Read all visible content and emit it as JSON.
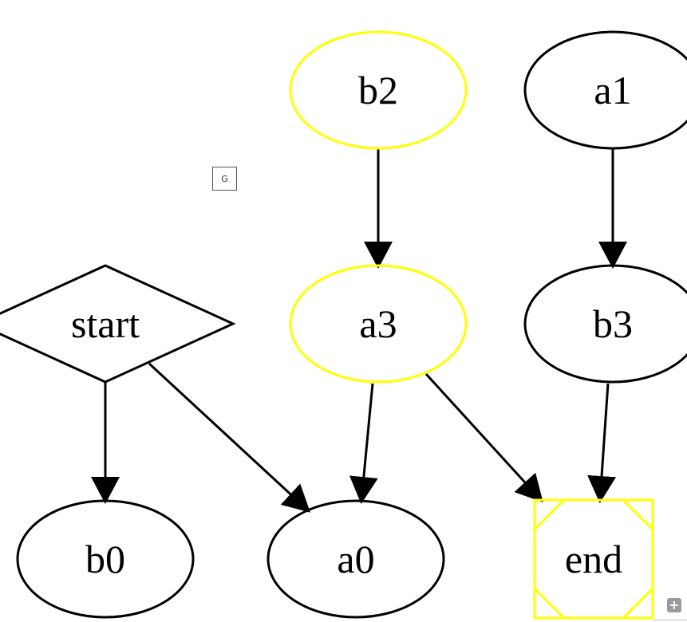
{
  "graph": {
    "cluster_label": "G",
    "colors": {
      "highlight": "#ffff00",
      "default": "#000000"
    },
    "nodes": {
      "b2": {
        "label": "b2",
        "shape": "ellipse",
        "highlight": true
      },
      "a1": {
        "label": "a1",
        "shape": "ellipse",
        "highlight": false
      },
      "start": {
        "label": "start",
        "shape": "diamond",
        "highlight": false
      },
      "a3": {
        "label": "a3",
        "shape": "ellipse",
        "highlight": true
      },
      "b3": {
        "label": "b3",
        "shape": "ellipse",
        "highlight": false
      },
      "b0": {
        "label": "b0",
        "shape": "ellipse",
        "highlight": false
      },
      "a0": {
        "label": "a0",
        "shape": "ellipse",
        "highlight": false
      },
      "end": {
        "label": "end",
        "shape": "Msquare",
        "highlight": true
      }
    },
    "edges": [
      {
        "from": "b2",
        "to": "a3"
      },
      {
        "from": "a1",
        "to": "b3"
      },
      {
        "from": "start",
        "to": "b0"
      },
      {
        "from": "start",
        "to": "a0"
      },
      {
        "from": "a3",
        "to": "a0"
      },
      {
        "from": "a3",
        "to": "end"
      },
      {
        "from": "b3",
        "to": "end"
      }
    ]
  },
  "controls": {
    "expand_icon": "plus-square-icon",
    "expand_glyph": "+"
  }
}
